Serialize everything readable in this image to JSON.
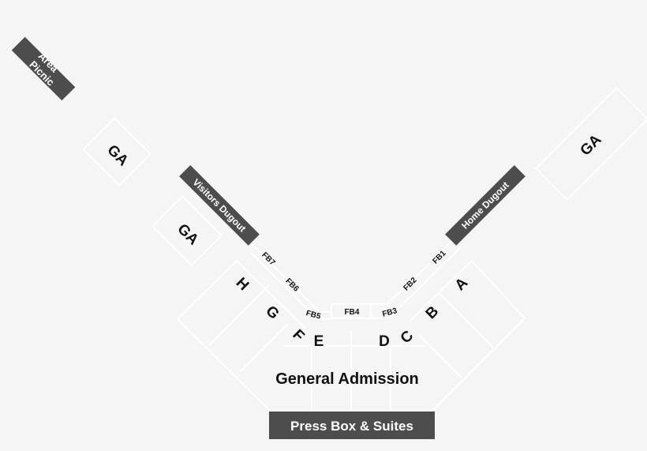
{
  "areas": {
    "picnic": "Area Picnic",
    "picnic_line1": "Area",
    "picnic_line2": "Picnic",
    "ga_left_top": "GA",
    "ga_left": "GA",
    "ga_right": "GA",
    "visitors_dugout": "Visitors Dugout",
    "home_dugout": "Home Dugout",
    "general_admission": "General Admission",
    "press_box": "Press Box & Suites"
  },
  "sections": {
    "A": "A",
    "B": "B",
    "C": "C",
    "D": "D",
    "E": "E",
    "F": "F",
    "G": "G",
    "H": "H"
  },
  "field_boxes": {
    "FB1": "FB1",
    "FB2": "FB2",
    "FB3": "FB3",
    "FB4": "FB4",
    "FB5": "FB5",
    "FB6": "FB6",
    "FB7": "FB7"
  },
  "colors": {
    "background": "#f5f5f5",
    "banner": "#4d4d4d",
    "section_outline": "#ffffff",
    "text": "#111111"
  }
}
